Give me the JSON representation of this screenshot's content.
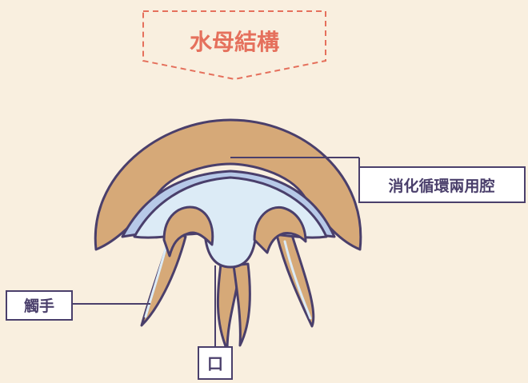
{
  "title": "水母結構",
  "labels": {
    "cavity": "消化循環兩用腔",
    "tentacle": "觸手",
    "mouth": "口"
  },
  "colors": {
    "background": "#f9efdf",
    "title": "#e5705c",
    "outline": "#4a3f6b",
    "bell": "#d6a978",
    "inner_blue": "#dcebf6",
    "inner_shade": "#b7c9e8"
  }
}
